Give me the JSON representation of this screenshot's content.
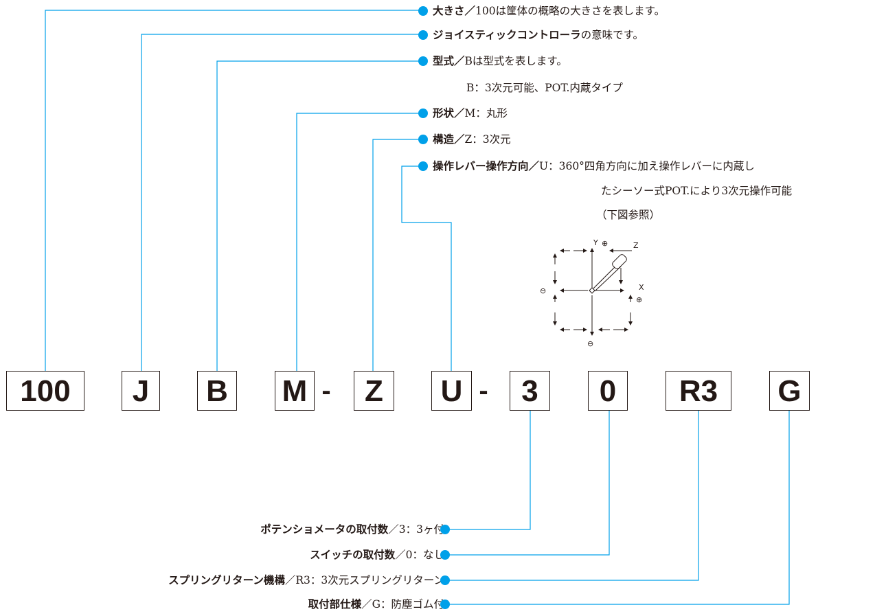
{
  "colors": {
    "accent": "#00a0e9",
    "ink": "#231815"
  },
  "code_boxes": [
    {
      "id": "size",
      "text": "100"
    },
    {
      "id": "type",
      "text": "J"
    },
    {
      "id": "model",
      "text": "B"
    },
    {
      "id": "shape",
      "text": "M"
    },
    {
      "id": "structure",
      "text": "Z"
    },
    {
      "id": "direction",
      "text": "U"
    },
    {
      "id": "pot",
      "text": "3"
    },
    {
      "id": "switch",
      "text": "0"
    },
    {
      "id": "return",
      "text": "R3"
    },
    {
      "id": "mount",
      "text": "G"
    }
  ],
  "dashes": [
    "-",
    "-"
  ],
  "top_labels": [
    {
      "key": "大きさ",
      "sep": "／",
      "desc": "100は筐体の概略の大きさを表します。"
    },
    {
      "key": "ジョイスティックコントローラ",
      "sep": "",
      "desc": "の意味です。"
    },
    {
      "key": "型式",
      "sep": "／",
      "desc": "Bは型式を表します。",
      "sub": "B：3次元可能、POT.内蔵タイプ"
    },
    {
      "key": "形状",
      "sep": "／",
      "desc": "M：丸形"
    },
    {
      "key": "構造",
      "sep": "／",
      "desc": "Z：3次元"
    },
    {
      "key": "操作レバー操作方向",
      "sep": "／",
      "desc": "U：360°四角方向に加え操作レバーに内蔵し",
      "sub": "たシーソー式POT.により3次元操作可能",
      "sub2": "（下図参照）"
    }
  ],
  "bottom_labels": [
    {
      "key": "ポテンショメータの取付数",
      "desc": "／3：3ヶ付"
    },
    {
      "key": "スイッチの取付数",
      "desc": "／0：なし"
    },
    {
      "key": "スプリングリターン機構",
      "desc": "／R3：3次元スプリングリターン"
    },
    {
      "key": "取付部仕様",
      "desc": "／G：防塵ゴム付"
    }
  ],
  "inset": {
    "y_label": "Y",
    "x_label": "X",
    "z_label": "Z",
    "plus": "⊕",
    "minus": "⊖"
  }
}
